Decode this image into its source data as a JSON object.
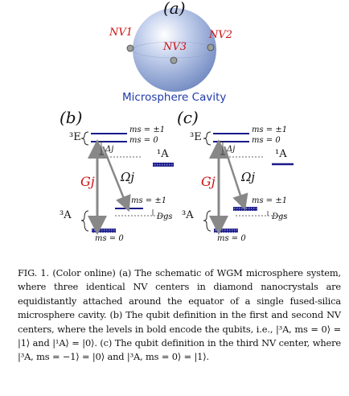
{
  "panel_a": {
    "label": "(a)",
    "nv_left": "NV1",
    "nv_center": "NV3",
    "nv_right": "NV2",
    "cavity_label": "Microsphere Cavity"
  },
  "panel_b": {
    "label": "(b)",
    "excited_state": "³E",
    "ms_pm1_upper": "ms = ±1",
    "ms_0_upper": "ms = 0",
    "delta": "Δj",
    "singlet": "¹A",
    "coupling_g": "Gj",
    "coupling_omega": "Ωj",
    "ground_state": "³A",
    "ms_pm1_lower": "ms = ±1",
    "zero_field": "Dgs",
    "ms_0_lower": "ms = 0"
  },
  "panel_c": {
    "label": "(c)",
    "excited_state": "³E",
    "ms_pm1_upper": "ms = ±1",
    "ms_0_upper": "ms = 0",
    "delta": "Δj",
    "singlet": "¹A",
    "coupling_g": "Gj",
    "coupling_omega": "Ωj",
    "ground_state": "³A",
    "ms_pm1_lower": "ms = ±1",
    "zero_field": "Dgs",
    "ms_0_lower": "ms = 0"
  },
  "caption": {
    "fig_label": "FIG. 1.",
    "text": "(Color online) (a) The schematic of WGM microsphere system, where three identical NV centers in diamond nanocrystals are equidistantly attached around the equator of a single fused-silica microsphere cavity. (b) The qubit definition in the first and second NV centers, where the levels in bold encode the qubits, i.e., |³A, ms = 0⟩ = |1⟩ and |¹A⟩ = |0⟩. (c) The qubit definition in the third NV center, where |³A, ms = −1⟩ = |0⟩ and |³A, ms = 0⟩ = |1⟩."
  },
  "colors": {
    "sphere": "#8fa5d4",
    "nv_label": "#cc1111",
    "cavity_label": "#1f3aa8",
    "level_line": "#1a1a8a",
    "arrow": "#888888"
  }
}
